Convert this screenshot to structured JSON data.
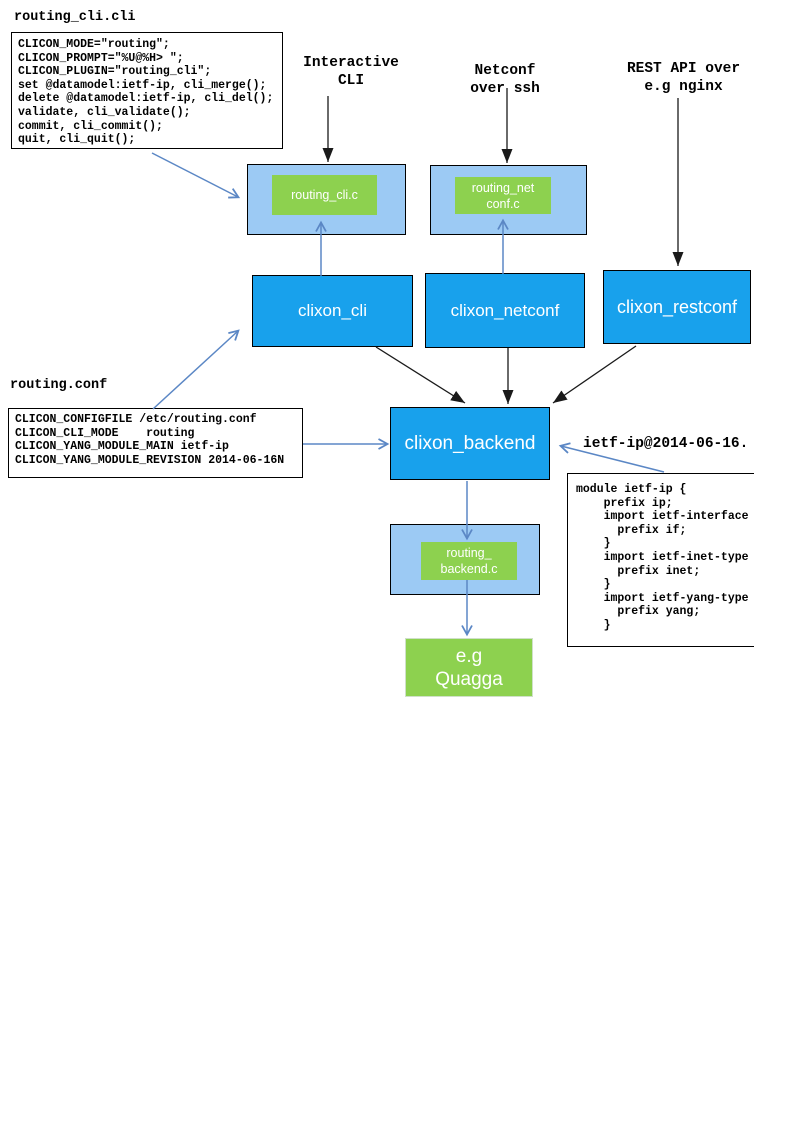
{
  "diagram": {
    "colors": {
      "process_blue": "#18a1ec",
      "plugin_container_blue": "#9ccaf4",
      "plugin_green": "#8dd14f",
      "arrow_blue": "#5b87c5",
      "arrow_black": "#1a1a1a"
    },
    "cli_file": {
      "title": "routing_cli.cli",
      "code": "CLICON_MODE=\"routing\";\nCLICON_PROMPT=\"%U@%H> \";\nCLICON_PLUGIN=\"routing_cli\";\nset @datamodel:ietf-ip, cli_merge();\ndelete @datamodel:ietf-ip, cli_del();\nvalidate, cli_validate();\ncommit, cli_commit();\nquit, cli_quit();"
    },
    "conf_file": {
      "title": "routing.conf",
      "code": "CLICON_CONFIGFILE /etc/routing.conf\nCLICON_CLI_MODE    routing\nCLICON_YANG_MODULE_MAIN ietf-ip\nCLICON_YANG_MODULE_REVISION 2014-06-16N"
    },
    "yang": {
      "label": "ietf-ip@2014-06-16.",
      "code": "module ietf-ip {\n    prefix ip;\n    import ietf-interface\n      prefix if;\n    }\n    import ietf-inet-type\n      prefix inet;\n    }\n    import ietf-yang-type\n      prefix yang;\n    }"
    },
    "annotations": {
      "interactive": "Interactive\nCLI",
      "netconf": "Netconf\nover ssh",
      "rest": "REST API over\ne.g nginx"
    },
    "plugins": {
      "cli": "routing_cli.c",
      "netconf": "routing_net\nconf.c",
      "backend": "routing_\nbackend.c"
    },
    "processes": {
      "cli": "clixon_cli",
      "netconf": "clixon_netconf",
      "restconf": "clixon_restconf",
      "backend": "clixon_backend"
    },
    "external": {
      "quagga": "e.g\nQuagga"
    }
  }
}
